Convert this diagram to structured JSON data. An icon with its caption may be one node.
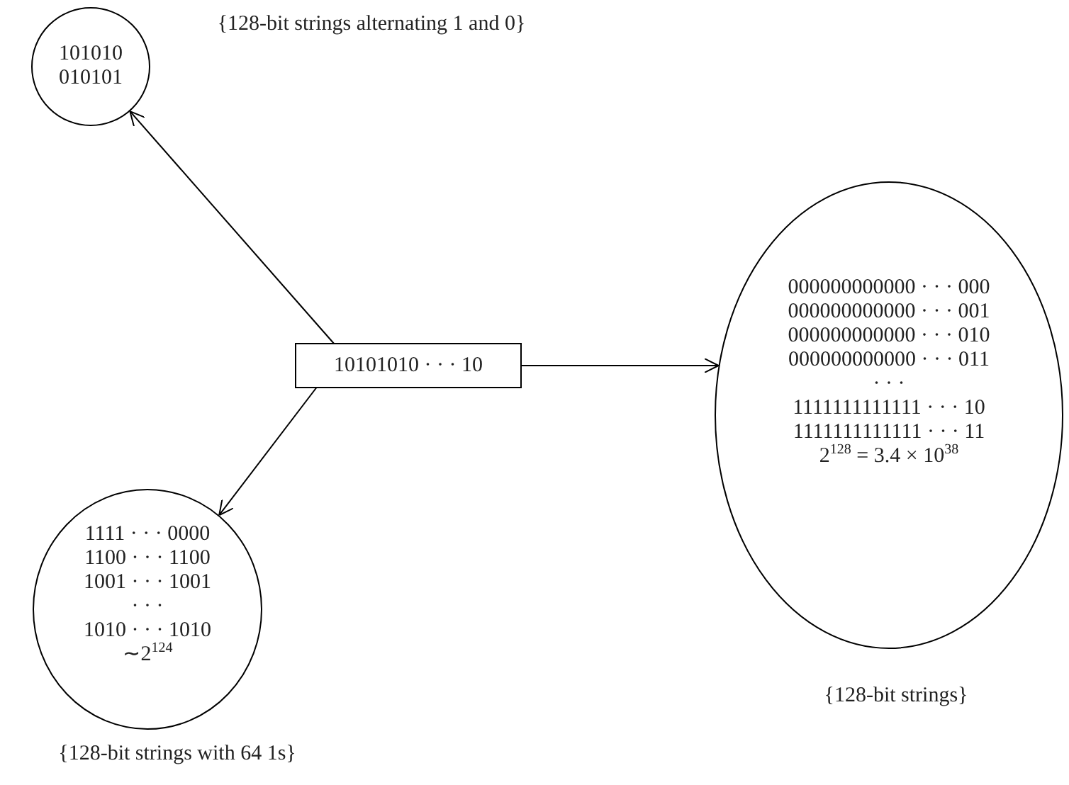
{
  "diagram": {
    "nodes": [
      {
        "text": [
          "101010",
          "010101"
        ],
        "beside": [
          "{128-bit strings alternating 1 and 0}"
        ]
      },
      {
        "text": [
          "10101010 · · · 10"
        ]
      },
      {
        "text": [
          "1111 · · · 0000",
          "1100 · · · 1100",
          "1001 · · · 1001",
          "· · ·",
          "1010 · · · 1010",
          "∼2$^{124}$"
        ],
        "beside": [
          "{128-bit strings with 64 1s}"
        ]
      },
      {
        "text": [
          "000000000000 · · · 000",
          "000000000000 · · · 001",
          "000000000000 · · · 010",
          "000000000000 · · · 011",
          "· · ·",
          "1111111111111 · · · 10",
          "1111111111111 · · · 11",
          "2$^{128}$ = 3.4 × 10$^{38}$"
        ],
        "beside": [
          "{128-bit strings}"
        ]
      }
    ],
    "edges": [
      {
        "from": 1,
        "to": 0,
        "arrow": "to"
      },
      {
        "from": 1,
        "to": 2,
        "arrow": "to"
      },
      {
        "from": 1,
        "to": 3,
        "arrow": "to"
      }
    ]
  }
}
